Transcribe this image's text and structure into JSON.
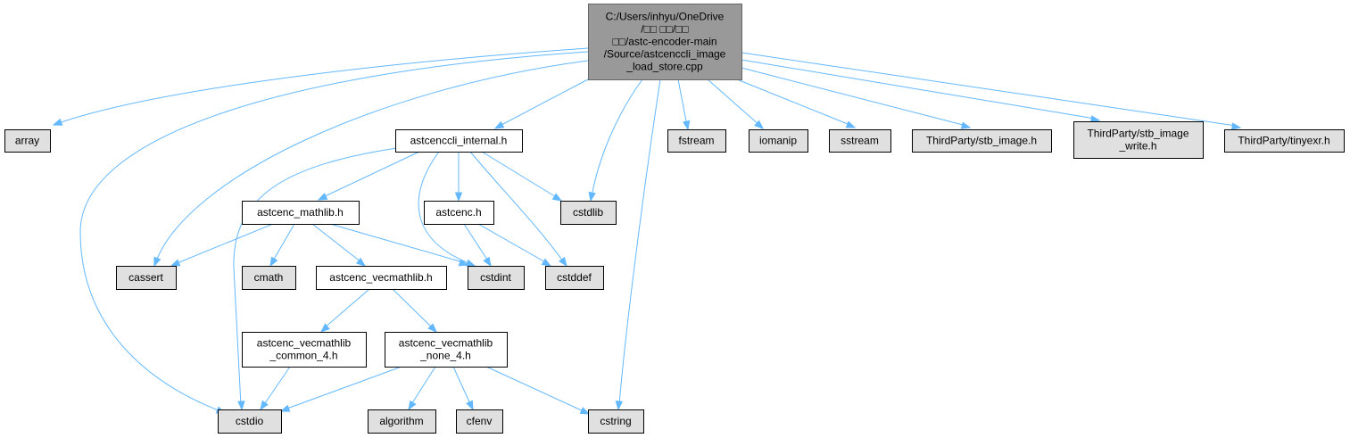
{
  "colors": {
    "edge": "#63b8ff",
    "root_fill": "#999999",
    "local_fill": "#ffffff",
    "external_fill": "#e0e0e0"
  },
  "nodes": [
    {
      "id": "root",
      "kind": "root",
      "lines": [
        "C:/Users/inhyu/OneDrive",
        "/□□ □□/□□",
        "□□/astc-encoder-main",
        "/Source/astcenccli_image",
        "_load_store.cpp"
      ]
    },
    {
      "id": "array",
      "kind": "external",
      "lines": [
        "array"
      ]
    },
    {
      "id": "internal",
      "kind": "local",
      "lines": [
        "astcenccli_internal.h"
      ]
    },
    {
      "id": "fstream",
      "kind": "external",
      "lines": [
        "fstream"
      ]
    },
    {
      "id": "iomanip",
      "kind": "external",
      "lines": [
        "iomanip"
      ]
    },
    {
      "id": "sstream",
      "kind": "external",
      "lines": [
        "sstream"
      ]
    },
    {
      "id": "stb_image",
      "kind": "external",
      "lines": [
        "ThirdParty/stb_image.h"
      ]
    },
    {
      "id": "stb_image_write",
      "kind": "external",
      "lines": [
        "ThirdParty/stb_image",
        "_write.h"
      ]
    },
    {
      "id": "tinyexr",
      "kind": "external",
      "lines": [
        "ThirdParty/tinyexr.h"
      ]
    },
    {
      "id": "mathlib",
      "kind": "local",
      "lines": [
        "astcenc_mathlib.h"
      ]
    },
    {
      "id": "astcenc",
      "kind": "local",
      "lines": [
        "astcenc.h"
      ]
    },
    {
      "id": "cstdlib",
      "kind": "external",
      "lines": [
        "cstdlib"
      ]
    },
    {
      "id": "cassert",
      "kind": "external",
      "lines": [
        "cassert"
      ]
    },
    {
      "id": "cmath",
      "kind": "external",
      "lines": [
        "cmath"
      ]
    },
    {
      "id": "vecmathlib",
      "kind": "local",
      "lines": [
        "astcenc_vecmathlib.h"
      ]
    },
    {
      "id": "cstdint",
      "kind": "external",
      "lines": [
        "cstdint"
      ]
    },
    {
      "id": "cstddef",
      "kind": "external",
      "lines": [
        "cstddef"
      ]
    },
    {
      "id": "vec_common4",
      "kind": "local",
      "lines": [
        "astcenc_vecmathlib",
        "_common_4.h"
      ]
    },
    {
      "id": "vec_none4",
      "kind": "local",
      "lines": [
        "astcenc_vecmathlib",
        "_none_4.h"
      ]
    },
    {
      "id": "cstdio",
      "kind": "external",
      "lines": [
        "cstdio"
      ]
    },
    {
      "id": "algorithm",
      "kind": "external",
      "lines": [
        "algorithm"
      ]
    },
    {
      "id": "cfenv",
      "kind": "external",
      "lines": [
        "cfenv"
      ]
    },
    {
      "id": "cstring",
      "kind": "external",
      "lines": [
        "cstring"
      ]
    }
  ],
  "edges": [
    [
      "root",
      "array"
    ],
    [
      "root",
      "internal"
    ],
    [
      "root",
      "fstream"
    ],
    [
      "root",
      "iomanip"
    ],
    [
      "root",
      "sstream"
    ],
    [
      "root",
      "stb_image"
    ],
    [
      "root",
      "stb_image_write"
    ],
    [
      "root",
      "tinyexr"
    ],
    [
      "root",
      "cassert"
    ],
    [
      "root",
      "cstdio"
    ],
    [
      "root",
      "cstdlib"
    ],
    [
      "root",
      "cstring"
    ],
    [
      "internal",
      "mathlib"
    ],
    [
      "internal",
      "astcenc"
    ],
    [
      "internal",
      "cstdlib"
    ],
    [
      "internal",
      "cstdio"
    ],
    [
      "internal",
      "cstdint"
    ],
    [
      "internal",
      "cstddef"
    ],
    [
      "mathlib",
      "cassert"
    ],
    [
      "mathlib",
      "cmath"
    ],
    [
      "mathlib",
      "vecmathlib"
    ],
    [
      "mathlib",
      "cstdint"
    ],
    [
      "astcenc",
      "cstdint"
    ],
    [
      "astcenc",
      "cstddef"
    ],
    [
      "vecmathlib",
      "vec_common4"
    ],
    [
      "vecmathlib",
      "vec_none4"
    ],
    [
      "vec_common4",
      "cstdio"
    ],
    [
      "vec_none4",
      "cstdio"
    ],
    [
      "vec_none4",
      "algorithm"
    ],
    [
      "vec_none4",
      "cfenv"
    ],
    [
      "vec_none4",
      "cstring"
    ]
  ]
}
